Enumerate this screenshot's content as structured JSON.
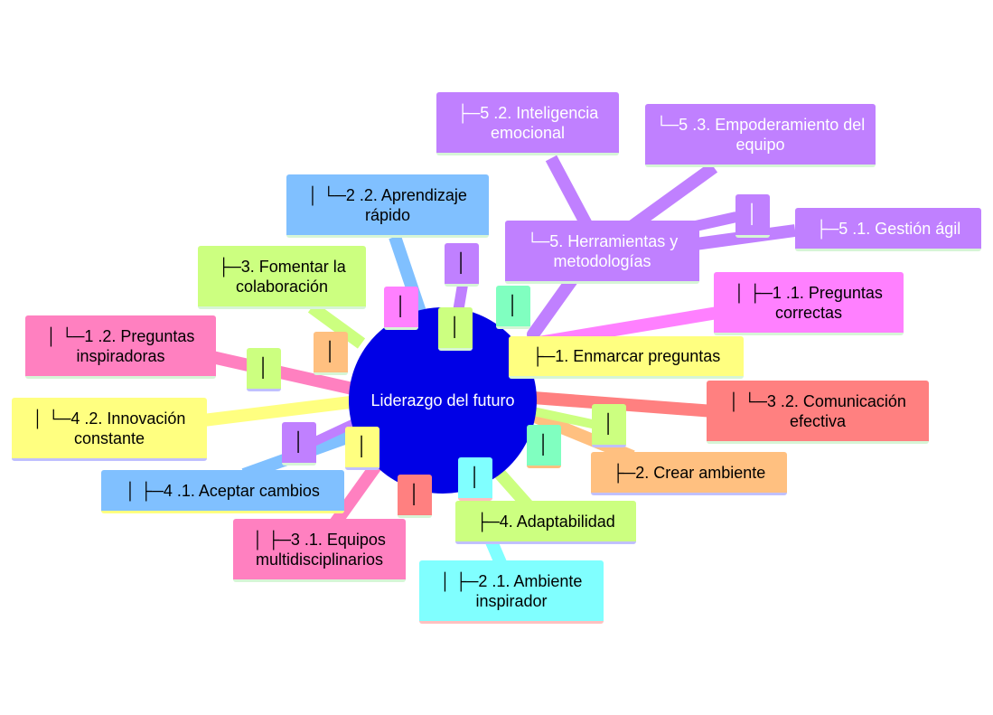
{
  "center": {
    "label": "Liderazgo del futuro",
    "color": "#0000e6"
  },
  "nodes": [
    {
      "id": "n51",
      "label": "├─5 .2. Inteligencia emocional",
      "color": "#c080ff",
      "text": "#ffffff",
      "border": "#d6f5d6"
    },
    {
      "id": "n53",
      "label": "└─5 .3. Empoderamiento del equipo",
      "color": "#c080ff",
      "text": "#ffffff",
      "border": "#d6f5d6"
    },
    {
      "id": "n22",
      "label": "│ └─2 .2. Aprendizaje rápido",
      "color": "#80c0ff",
      "text": "#000000",
      "border": "#d6f5d6"
    },
    {
      "id": "n5",
      "label": "└─5. Herramientas y metodologías",
      "color": "#c080ff",
      "text": "#ffffff",
      "border": "#d6f5d6"
    },
    {
      "id": "n51b",
      "label": "├─5 .1. Gestión ágil",
      "color": "#c080ff",
      "text": "#ffffff",
      "border": "#d6f5d6"
    },
    {
      "id": "n3",
      "label": "├─3. Fomentar la colaboración",
      "color": "#ccff80",
      "text": "#000000",
      "border": "#d6f5d6"
    },
    {
      "id": "n11",
      "label": "│ ├─1 .1. Preguntas correctas",
      "color": "#ff80ff",
      "text": "#000000",
      "border": "#d6f5d6"
    },
    {
      "id": "n12",
      "label": "│ └─1 .2. Preguntas inspiradoras",
      "color": "#ff80c0",
      "text": "#000000",
      "border": "#d6f5d6"
    },
    {
      "id": "n1",
      "label": "├─1. Enmarcar preguntas",
      "color": "#ffff80",
      "text": "#000000",
      "border": "#d6f5d6"
    },
    {
      "id": "n32",
      "label": "│ └─3 .2. Comunicación efectiva",
      "color": "#ff8080",
      "text": "#000000",
      "border": "#d6f5d6"
    },
    {
      "id": "n42",
      "label": "│ └─4 .2. Innovación constante",
      "color": "#ffff80",
      "text": "#000000",
      "border": "#c0c0ff"
    },
    {
      "id": "n2",
      "label": "├─2. Crear ambiente",
      "color": "#ffc080",
      "text": "#000000",
      "border": "#c0c0ff"
    },
    {
      "id": "n41",
      "label": "│ ├─4 .1. Aceptar cambios",
      "color": "#80c0ff",
      "text": "#000000",
      "border": "#ffff80"
    },
    {
      "id": "n4",
      "label": "├─4. Adaptabilidad",
      "color": "#ccff80",
      "text": "#000000",
      "border": "#c0c0ff"
    },
    {
      "id": "n31",
      "label": "│ ├─3 .1. Equipos multidisciplinarios",
      "color": "#ff80c0",
      "text": "#000000",
      "border": "#d6f5d6"
    },
    {
      "id": "n21",
      "label": "│ ├─2 .1. Ambiente inspirador",
      "color": "#80ffff",
      "text": "#000000",
      "border": "#ffc0c0"
    }
  ],
  "stubs": [
    {
      "id": "s1",
      "label": "│",
      "color": "#c080ff",
      "text": "#ffffff"
    },
    {
      "id": "s2",
      "label": "│",
      "color": "#c080ff",
      "text": "#000000"
    },
    {
      "id": "s3",
      "label": "│",
      "color": "#ff80ff",
      "text": "#000000"
    },
    {
      "id": "s4",
      "label": "│",
      "color": "#ccff80",
      "text": "#000000"
    },
    {
      "id": "s5",
      "label": "│",
      "color": "#80ffc0",
      "text": "#000000"
    },
    {
      "id": "s6",
      "label": "│",
      "color": "#ffc080",
      "text": "#000000"
    },
    {
      "id": "s7",
      "label": "│",
      "color": "#ccff80",
      "text": "#000000"
    },
    {
      "id": "s8",
      "label": "│",
      "color": "#ccff80",
      "text": "#000000"
    },
    {
      "id": "s9",
      "label": "│",
      "color": "#80ffc0",
      "text": "#000000"
    },
    {
      "id": "s10",
      "label": "│",
      "color": "#c080ff",
      "text": "#000000"
    },
    {
      "id": "s11",
      "label": "│",
      "color": "#ffff80",
      "text": "#000000"
    },
    {
      "id": "s12",
      "label": "│",
      "color": "#ff8080",
      "text": "#000000"
    },
    {
      "id": "s13",
      "label": "│",
      "color": "#80ffff",
      "text": "#000000"
    }
  ]
}
